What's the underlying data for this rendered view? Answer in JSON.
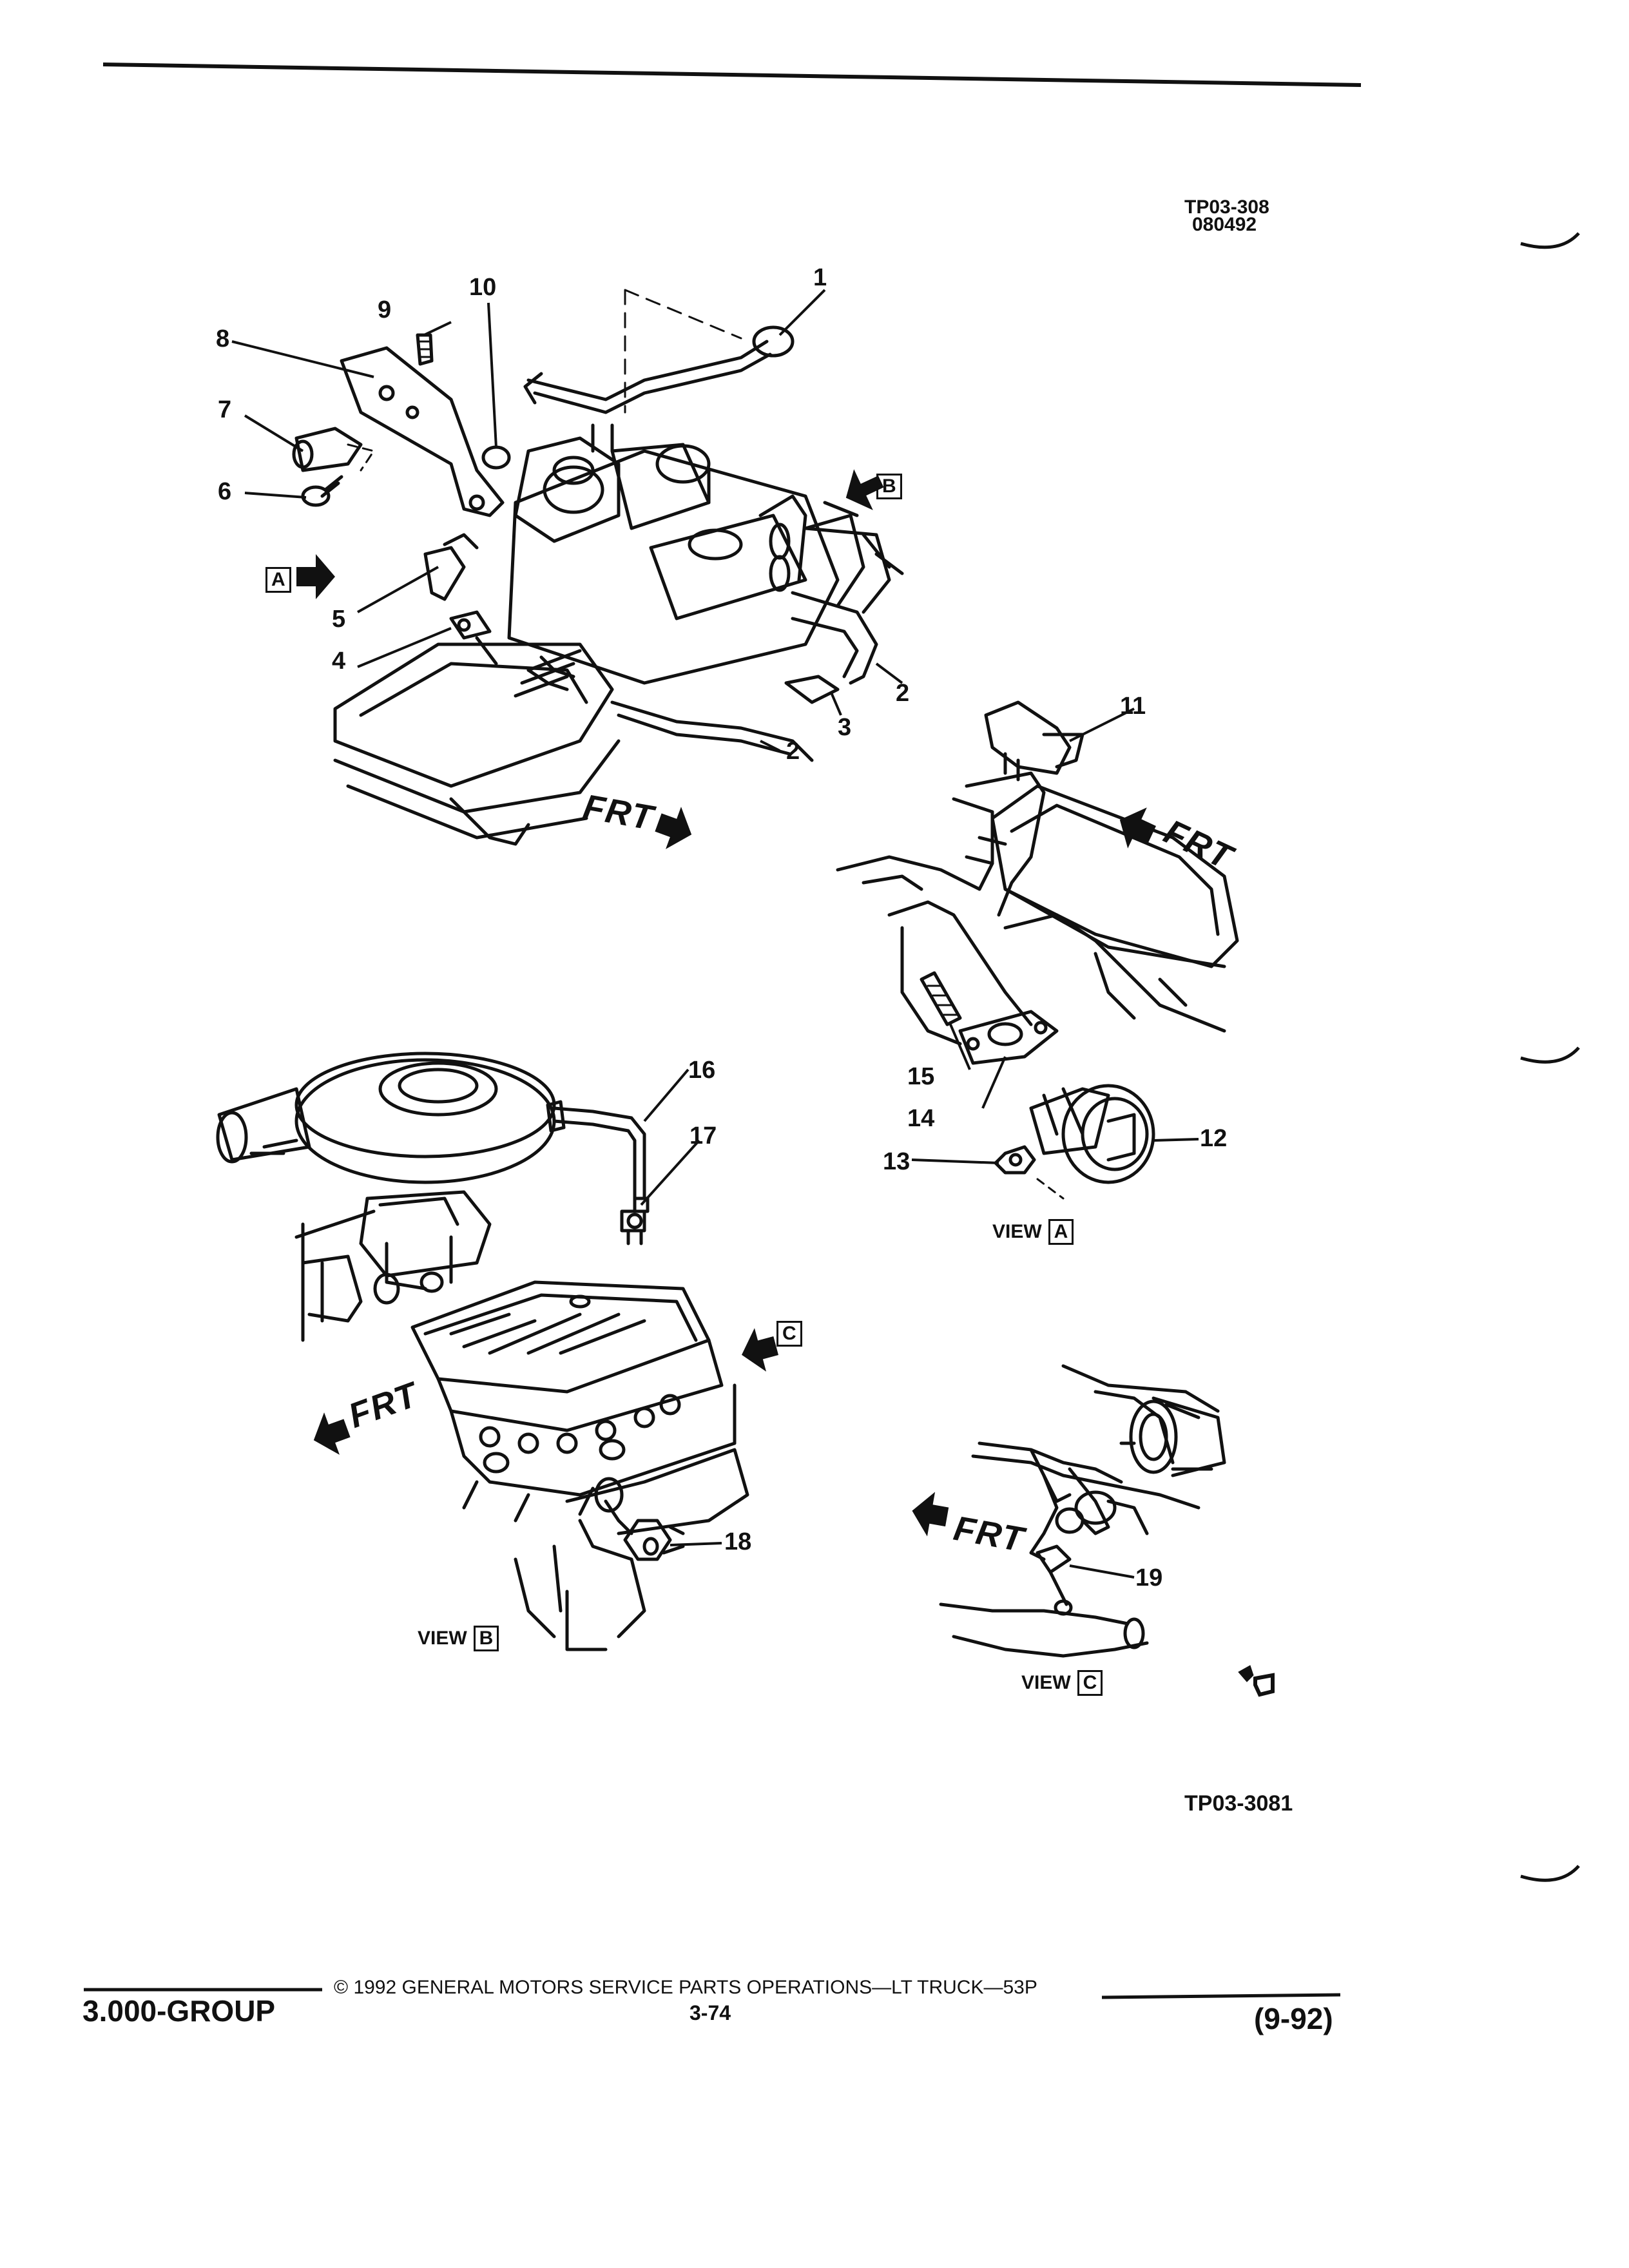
{
  "header": {
    "ref_code": "TP03-308",
    "ref_date": "080492"
  },
  "callouts": [
    "1",
    "2",
    "2",
    "3",
    "4",
    "5",
    "6",
    "7",
    "8",
    "9",
    "10",
    "11",
    "12",
    "13",
    "14",
    "15",
    "16",
    "17",
    "18",
    "19"
  ],
  "direction_labels": {
    "frt_top": "FRT",
    "frt_view_a": "FRT",
    "frt_view_b": "FRT",
    "frt_view_c": "FRT"
  },
  "view_markers": {
    "a": "A",
    "b": "B",
    "c": "C"
  },
  "views": {
    "a": {
      "label": "VIEW",
      "letter": "A"
    },
    "b": {
      "label": "VIEW",
      "letter": "B"
    },
    "c": {
      "label": "VIEW",
      "letter": "C"
    }
  },
  "figure_ref": "TP03-3081",
  "footer": {
    "group": "3.000-GROUP",
    "copyright": "© 1992 GENERAL MOTORS SERVICE PARTS OPERATIONS—LT TRUCK—53P",
    "page": "3-74",
    "date": "(9-92)"
  }
}
